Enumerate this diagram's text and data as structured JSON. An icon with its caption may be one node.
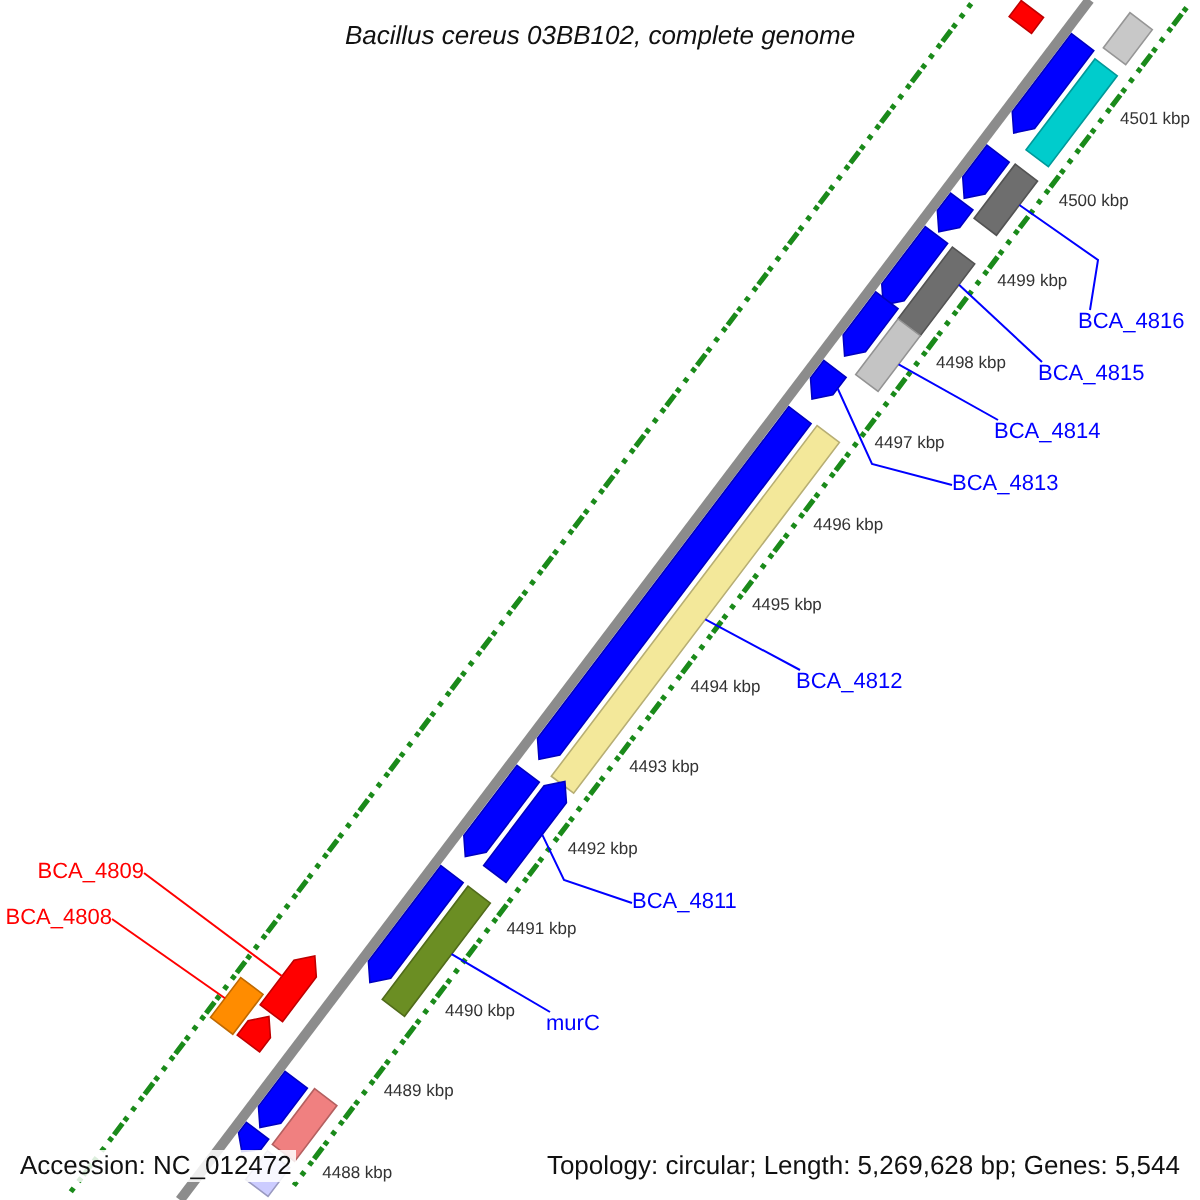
{
  "diagram": {
    "title": "Bacillus cereus 03BB102, complete genome",
    "nodes": [
      {
        "text": [
          "BCA_4816"
        ]
      },
      {
        "text": [
          "BCA_4815"
        ]
      },
      {
        "text": [
          "BCA_4814"
        ]
      },
      {
        "text": [
          "BCA_4813"
        ]
      },
      {
        "text": [
          "BCA_4812"
        ]
      },
      {
        "text": [
          "BCA_4811"
        ]
      },
      {
        "text": [
          "murC"
        ]
      },
      {
        "text": [
          "BCA_4809"
        ]
      },
      {
        "text": [
          "BCA_4808"
        ]
      },
      {
        "text": [],
        "shape": "box"
      },
      {
        "text": [],
        "shape": "box"
      },
      {
        "text": [],
        "shape": "pentagon"
      },
      {
        "text": [],
        "shape": "box"
      },
      {
        "text": [],
        "shape": "pentagon"
      },
      {
        "text": [],
        "shape": "box"
      },
      {
        "text": [],
        "shape": "pentagon"
      },
      {
        "text": [],
        "shape": "pentagon"
      },
      {
        "text": [],
        "shape": "box"
      },
      {
        "text": [],
        "shape": "pentagon"
      },
      {
        "text": [],
        "shape": "box"
      },
      {
        "text": [],
        "shape": "pentagon"
      },
      {
        "text": [],
        "shape": "box"
      },
      {
        "text": [],
        "shape": "pentagon"
      },
      {
        "text": [],
        "shape": "pentagon"
      },
      {
        "text": [],
        "shape": "pentagon"
      },
      {
        "text": [],
        "shape": "pentagon"
      },
      {
        "text": [],
        "shape": "box"
      },
      {
        "text": [],
        "shape": "pentagon"
      },
      {
        "text": [],
        "shape": "box"
      },
      {
        "text": [],
        "shape": "pentagon"
      },
      {
        "text": [],
        "shape": "box"
      },
      {
        "text": [],
        "shape": "pentagon"
      },
      {
        "text": [],
        "shape": "pentagon"
      },
      {
        "text": [],
        "shape": "box"
      }
    ],
    "edges": [
      {
        "from": 0,
        "to": 14,
        "arrow": "none"
      },
      {
        "from": 1,
        "to": 17,
        "arrow": "none"
      },
      {
        "from": 2,
        "to": 19,
        "arrow": "none"
      },
      {
        "from": 3,
        "to": 20,
        "arrow": "none"
      },
      {
        "from": 4,
        "to": 21,
        "arrow": "none"
      },
      {
        "from": 5,
        "to": 23,
        "arrow": "none"
      },
      {
        "from": 6,
        "to": 26,
        "arrow": "none"
      },
      {
        "from": 7,
        "to": 27,
        "arrow": "none",
        "color": "#ff0000"
      },
      {
        "from": 8,
        "to": 28,
        "arrow": "none",
        "color": "#ff0000"
      }
    ],
    "labels": [
      "4501 kbp",
      "4500 kbp",
      "4499 kbp",
      "4498 kbp",
      "4497 kbp",
      "4496 kbp",
      "4495 kbp",
      "4494 kbp",
      "4493 kbp",
      "4492 kbp",
      "4491 kbp",
      "4490 kbp",
      "4489 kbp",
      "4488 kbp",
      "Accession: NC_012472",
      "Topology: circular; Length: 5,269,628 bp; Genes: 5,544"
    ]
  }
}
